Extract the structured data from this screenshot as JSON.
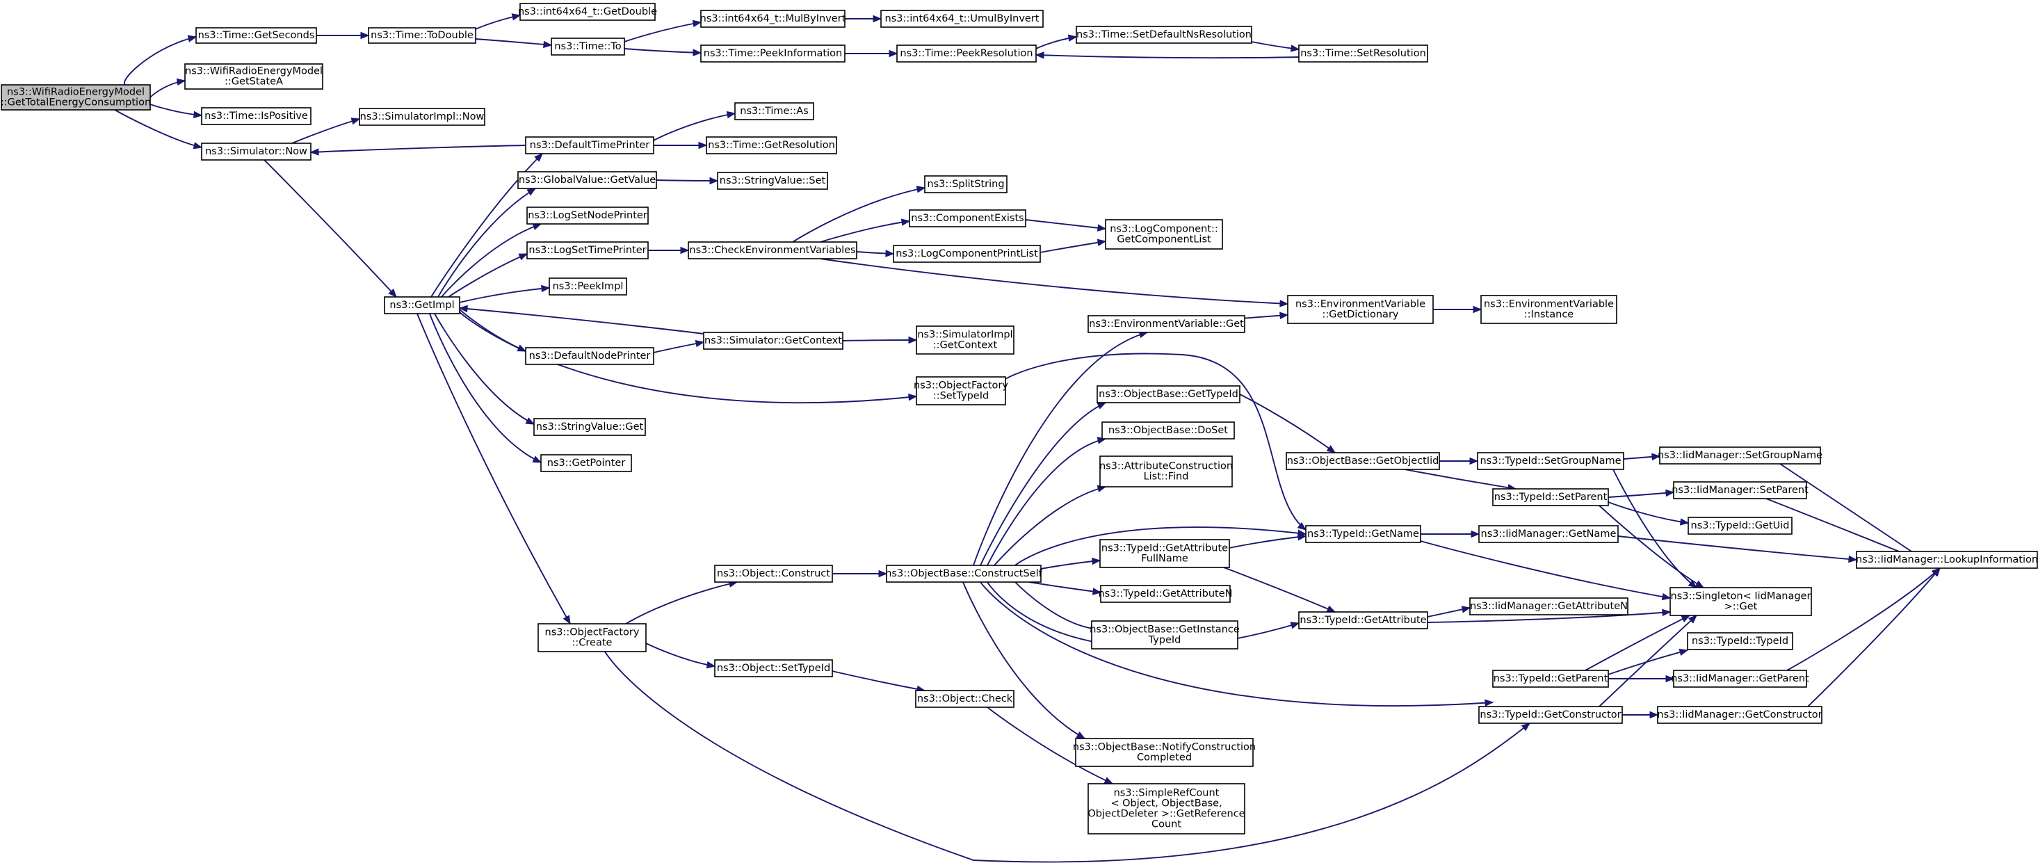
{
  "colors": {
    "edge": "#191970",
    "node_fill": "#ffffff",
    "root_fill": "#bfbfbf",
    "border": "#000000"
  },
  "nodes": [
    {
      "id": "n0",
      "lines": [
        "ns3::WifiRadioEnergyModel",
        "::GetTotalEnergyConsumption"
      ],
      "root": true
    },
    {
      "id": "n1",
      "lines": [
        "ns3::Time::GetSeconds"
      ]
    },
    {
      "id": "n2",
      "lines": [
        "ns3::WifiRadioEnergyModel",
        "::GetStateA"
      ]
    },
    {
      "id": "n3",
      "lines": [
        "ns3::Time::IsPositive"
      ]
    },
    {
      "id": "n4",
      "lines": [
        "ns3::Simulator::Now"
      ]
    },
    {
      "id": "n5",
      "lines": [
        "ns3::Time::ToDouble"
      ]
    },
    {
      "id": "n6",
      "lines": [
        "ns3::int64x64_t::GetDouble"
      ]
    },
    {
      "id": "n7",
      "lines": [
        "ns3::Time::To"
      ]
    },
    {
      "id": "n8",
      "lines": [
        "ns3::int64x64_t::MulByInvert"
      ]
    },
    {
      "id": "n9",
      "lines": [
        "ns3::int64x64_t::UmulByInvert"
      ]
    },
    {
      "id": "n10",
      "lines": [
        "ns3::Time::PeekInformation"
      ]
    },
    {
      "id": "n11",
      "lines": [
        "ns3::Time::PeekResolution"
      ]
    },
    {
      "id": "n12",
      "lines": [
        "ns3::Time::SetDefaultNsResolution"
      ]
    },
    {
      "id": "n13",
      "lines": [
        "ns3::Time::SetResolution"
      ]
    },
    {
      "id": "n14",
      "lines": [
        "ns3::SimulatorImpl::Now"
      ]
    },
    {
      "id": "n15",
      "lines": [
        "ns3::GetImpl"
      ]
    },
    {
      "id": "n16",
      "lines": [
        "ns3::DefaultTimePrinter"
      ]
    },
    {
      "id": "n17",
      "lines": [
        "ns3::Time::As"
      ]
    },
    {
      "id": "n18",
      "lines": [
        "ns3::Time::GetResolution"
      ]
    },
    {
      "id": "n19",
      "lines": [
        "ns3::GlobalValue::GetValue"
      ]
    },
    {
      "id": "n20",
      "lines": [
        "ns3::StringValue::Set"
      ]
    },
    {
      "id": "n21",
      "lines": [
        "ns3::LogSetNodePrinter"
      ]
    },
    {
      "id": "n22",
      "lines": [
        "ns3::LogSetTimePrinter"
      ]
    },
    {
      "id": "n23",
      "lines": [
        "ns3::CheckEnvironmentVariables"
      ]
    },
    {
      "id": "n24",
      "lines": [
        "ns3::SplitString"
      ]
    },
    {
      "id": "n25",
      "lines": [
        "ns3::ComponentExists"
      ]
    },
    {
      "id": "n26",
      "lines": [
        "ns3::LogComponentPrintList"
      ]
    },
    {
      "id": "n27",
      "lines": [
        "ns3::LogComponent::",
        "GetComponentList"
      ]
    },
    {
      "id": "n28",
      "lines": [
        "ns3::PeekImpl"
      ]
    },
    {
      "id": "n29",
      "lines": [
        "ns3::EnvironmentVariable",
        "::GetDictionary"
      ]
    },
    {
      "id": "n30",
      "lines": [
        "ns3::EnvironmentVariable",
        "::Instance"
      ]
    },
    {
      "id": "n31",
      "lines": [
        "ns3::DefaultNodePrinter"
      ]
    },
    {
      "id": "n32",
      "lines": [
        "ns3::Simulator::GetContext"
      ]
    },
    {
      "id": "n33",
      "lines": [
        "ns3::SimulatorImpl",
        "::GetContext"
      ]
    },
    {
      "id": "n34",
      "lines": [
        "ns3::EnvironmentVariable::Get"
      ]
    },
    {
      "id": "n35",
      "lines": [
        "ns3::ObjectFactory",
        "::SetTypeId"
      ]
    },
    {
      "id": "n36",
      "lines": [
        "ns3::StringValue::Get"
      ]
    },
    {
      "id": "n37",
      "lines": [
        "ns3::GetPointer"
      ]
    },
    {
      "id": "n38",
      "lines": [
        "ns3::ObjectBase::GetTypeId"
      ]
    },
    {
      "id": "n39",
      "lines": [
        "ns3::ObjectBase::DoSet"
      ]
    },
    {
      "id": "n40",
      "lines": [
        "ns3::AttributeConstruction",
        "List::Find"
      ]
    },
    {
      "id": "n41",
      "lines": [
        "ns3::ObjectBase::GetObjectIid"
      ]
    },
    {
      "id": "n42",
      "lines": [
        "ns3::TypeId::SetGroupName"
      ]
    },
    {
      "id": "n43",
      "lines": [
        "ns3::IidManager::SetGroupName"
      ]
    },
    {
      "id": "n44",
      "lines": [
        "ns3::TypeId::SetParent"
      ]
    },
    {
      "id": "n45",
      "lines": [
        "ns3::IidManager::SetParent"
      ]
    },
    {
      "id": "n46",
      "lines": [
        "ns3::TypeId::GetUid"
      ]
    },
    {
      "id": "n47",
      "lines": [
        "ns3::TypeId::GetName"
      ]
    },
    {
      "id": "n48",
      "lines": [
        "ns3::IidManager::GetName"
      ]
    },
    {
      "id": "n49",
      "lines": [
        "ns3::IidManager::LookupInformation"
      ]
    },
    {
      "id": "n50",
      "lines": [
        "ns3::Object::Construct"
      ]
    },
    {
      "id": "n51",
      "lines": [
        "ns3::ObjectBase::ConstructSelf"
      ]
    },
    {
      "id": "n52",
      "lines": [
        "ns3::TypeId::GetAttribute",
        "FullName"
      ]
    },
    {
      "id": "n53",
      "lines": [
        "ns3::TypeId::GetAttributeN"
      ]
    },
    {
      "id": "n54",
      "lines": [
        "ns3::Singleton< IidManager",
        " >::Get"
      ]
    },
    {
      "id": "n55",
      "lines": [
        "ns3::ObjectBase::GetInstance",
        "TypeId"
      ]
    },
    {
      "id": "n56",
      "lines": [
        "ns3::TypeId::GetAttribute"
      ]
    },
    {
      "id": "n57",
      "lines": [
        "ns3::IidManager::GetAttributeN"
      ]
    },
    {
      "id": "n58",
      "lines": [
        "ns3::ObjectFactory",
        "::Create"
      ]
    },
    {
      "id": "n59",
      "lines": [
        "ns3::TypeId::TypeId"
      ]
    },
    {
      "id": "n60",
      "lines": [
        "ns3::Object::SetTypeId"
      ]
    },
    {
      "id": "n61",
      "lines": [
        "ns3::TypeId::GetParent"
      ]
    },
    {
      "id": "n62",
      "lines": [
        "ns3::IidManager::GetParent"
      ]
    },
    {
      "id": "n63",
      "lines": [
        "ns3::Object::Check"
      ]
    },
    {
      "id": "n64",
      "lines": [
        "ns3::TypeId::GetConstructor"
      ]
    },
    {
      "id": "n65",
      "lines": [
        "ns3::IidManager::GetConstructor"
      ]
    },
    {
      "id": "n66",
      "lines": [
        "ns3::ObjectBase::NotifyConstruction",
        "Completed"
      ]
    },
    {
      "id": "n67",
      "lines": [
        "ns3::SimpleRefCount",
        "< Object, ObjectBase,",
        " ObjectDeleter >::GetReference",
        "Count"
      ]
    }
  ],
  "edges": [
    [
      "n0",
      "n1"
    ],
    [
      "n0",
      "n2"
    ],
    [
      "n0",
      "n3"
    ],
    [
      "n0",
      "n4"
    ],
    [
      "n1",
      "n5"
    ],
    [
      "n5",
      "n6"
    ],
    [
      "n5",
      "n7"
    ],
    [
      "n7",
      "n8"
    ],
    [
      "n8",
      "n9"
    ],
    [
      "n7",
      "n10"
    ],
    [
      "n10",
      "n11"
    ],
    [
      "n11",
      "n12"
    ],
    [
      "n12",
      "n13"
    ],
    [
      "n13",
      "n11"
    ],
    [
      "n4",
      "n14"
    ],
    [
      "n4",
      "n15"
    ],
    [
      "n15",
      "n16"
    ],
    [
      "n16",
      "n4"
    ],
    [
      "n16",
      "n17"
    ],
    [
      "n16",
      "n18"
    ],
    [
      "n15",
      "n19"
    ],
    [
      "n19",
      "n20"
    ],
    [
      "n15",
      "n21"
    ],
    [
      "n15",
      "n22"
    ],
    [
      "n22",
      "n23"
    ],
    [
      "n23",
      "n24"
    ],
    [
      "n23",
      "n25"
    ],
    [
      "n23",
      "n26"
    ],
    [
      "n23",
      "n29"
    ],
    [
      "n25",
      "n27"
    ],
    [
      "n26",
      "n27"
    ],
    [
      "n29",
      "n30"
    ],
    [
      "n15",
      "n28"
    ],
    [
      "n15",
      "n31"
    ],
    [
      "n31",
      "n32"
    ],
    [
      "n32",
      "n15"
    ],
    [
      "n32",
      "n33"
    ],
    [
      "n15",
      "n35"
    ],
    [
      "n35",
      "n47"
    ],
    [
      "n15",
      "n36"
    ],
    [
      "n15",
      "n37"
    ],
    [
      "n15",
      "n58"
    ],
    [
      "n58",
      "n50"
    ],
    [
      "n58",
      "n60"
    ],
    [
      "n58",
      "n64"
    ],
    [
      "n50",
      "n51"
    ],
    [
      "n51",
      "n34"
    ],
    [
      "n34",
      "n29"
    ],
    [
      "n51",
      "n38"
    ],
    [
      "n38",
      "n41"
    ],
    [
      "n51",
      "n39"
    ],
    [
      "n51",
      "n40"
    ],
    [
      "n51",
      "n47"
    ],
    [
      "n51",
      "n52"
    ],
    [
      "n51",
      "n53"
    ],
    [
      "n51",
      "n55"
    ],
    [
      "n51",
      "n56"
    ],
    [
      "n51",
      "n61"
    ],
    [
      "n51",
      "n66"
    ],
    [
      "n41",
      "n42"
    ],
    [
      "n41",
      "n44"
    ],
    [
      "n42",
      "n43"
    ],
    [
      "n42",
      "n54"
    ],
    [
      "n43",
      "n49"
    ],
    [
      "n44",
      "n45"
    ],
    [
      "n44",
      "n46"
    ],
    [
      "n44",
      "n54"
    ],
    [
      "n45",
      "n49"
    ],
    [
      "n47",
      "n48"
    ],
    [
      "n47",
      "n54"
    ],
    [
      "n48",
      "n49"
    ],
    [
      "n52",
      "n47"
    ],
    [
      "n52",
      "n56"
    ],
    [
      "n56",
      "n57"
    ],
    [
      "n56",
      "n54"
    ],
    [
      "n61",
      "n54"
    ],
    [
      "n61",
      "n59"
    ],
    [
      "n61",
      "n62"
    ],
    [
      "n62",
      "n49"
    ],
    [
      "n60",
      "n63"
    ],
    [
      "n63",
      "n67"
    ],
    [
      "n64",
      "n54"
    ],
    [
      "n64",
      "n65"
    ],
    [
      "n65",
      "n49"
    ]
  ]
}
